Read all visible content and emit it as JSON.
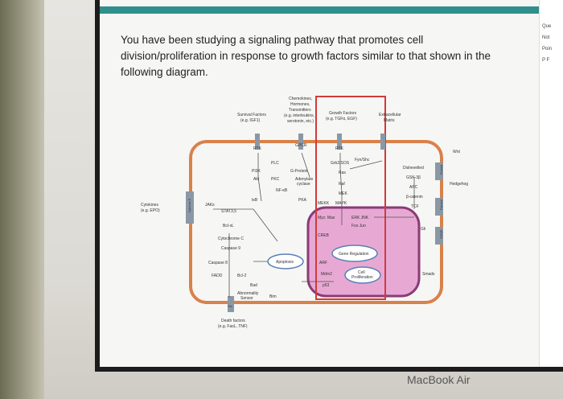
{
  "question": {
    "line1": "You have been studying a signaling pathway that promotes cell",
    "line2": "division/proliferation in response to growth factors similar to that shown in the",
    "line3": "following diagram."
  },
  "right_panel": {
    "item1": "Que",
    "item2": "Not",
    "item3": "Poin",
    "item4": "P F"
  },
  "laptop_label": "MacBook Air",
  "colors": {
    "top_bar": "#2f8f8d",
    "cell_border": "#d9814a",
    "highlight_box": "#d23a3a",
    "nucleus_fill": "#e7a9d4",
    "nucleus_border": "#8a3b76",
    "receptor": "#8a98a6"
  },
  "diagram": {
    "labels": {
      "survival_factors": "Survival Factors",
      "survival_factors_eg": "(e.g. IGF1)",
      "chemokines": "Chemokines,",
      "hormones": "Hormones,",
      "transmitters": "Transmitters",
      "chemokines_eg": "(e.g. interleukins,",
      "chemokines_eg2": "serotonin, etc.)",
      "growth_factors": "Growth Factors",
      "growth_factors_eg": "(e.g. TGFα, EGF)",
      "extracellular_matrix": "Extracellular",
      "extracellular_matrix2": "Matrix",
      "cytokines": "Cytokines",
      "cytokines_eg": "(e.g. EPO)",
      "death_factors": "Death factors",
      "death_factors_eg": "(e.g. FasL, TNF)",
      "wnt": "Wnt",
      "dishevelled": "Dishevelled",
      "hedgehog": "Hedgehog",
      "rtk": "RTK",
      "gpcr": "GPCR",
      "rtk2": "RTK",
      "plc": "PLC",
      "g_protein": "G-Protein",
      "grb2_sos": "Grb2/SOS",
      "fyn_shc": "Fyn/Shc",
      "pi3k": "PI3K",
      "akt": "Akt",
      "pkc": "PKC",
      "adenylate_cyclase": "Adenylate",
      "adenylate_cyclase2": "cyclase",
      "ras": "Ras",
      "raf": "Raf",
      "mek": "MEK",
      "mapk": "MAPK",
      "mekk": "MEKK",
      "nfkb": "NF-κB",
      "pka": "PKA",
      "ikb": "IκB",
      "jaks": "JAKs",
      "stat35": "STAT3,5",
      "bclxl": "Bcl-xL",
      "cytochrome_c": "Cytochrome C",
      "caspase9": "Caspase 9",
      "caspase8": "Caspase 8",
      "fadd": "FADD",
      "bcl2": "Bcl-2",
      "bad": "Bad",
      "abnormality_sensor": "Abnormality",
      "abnormality_sensor2": "Sensor",
      "bim": "Bim",
      "apoptosis": "Apoptosis",
      "gene_regulation": "Gene Regulation",
      "cell_proliferation": "Cell",
      "cell_proliferation2": "Proliferation",
      "myc_max": "Myc: Max",
      "erk_jnk": "ERK JNK",
      "fos_jun": "Fos Jun",
      "creb": "CREB",
      "gsk3b": "GSK-3β",
      "apc": "APC",
      "b_catenin": "β-catenin",
      "tcf": "TCF",
      "gli": "Gli",
      "arf": "ARF",
      "smads": "Smads",
      "mdm2": "Mdm2",
      "p53": "p53",
      "cytokine_receptor": "Cytokine R",
      "frizzled": "Frizzled",
      "patched": "Patched",
      "tgfbr": "TGFβR",
      "fas": "Fas"
    }
  }
}
